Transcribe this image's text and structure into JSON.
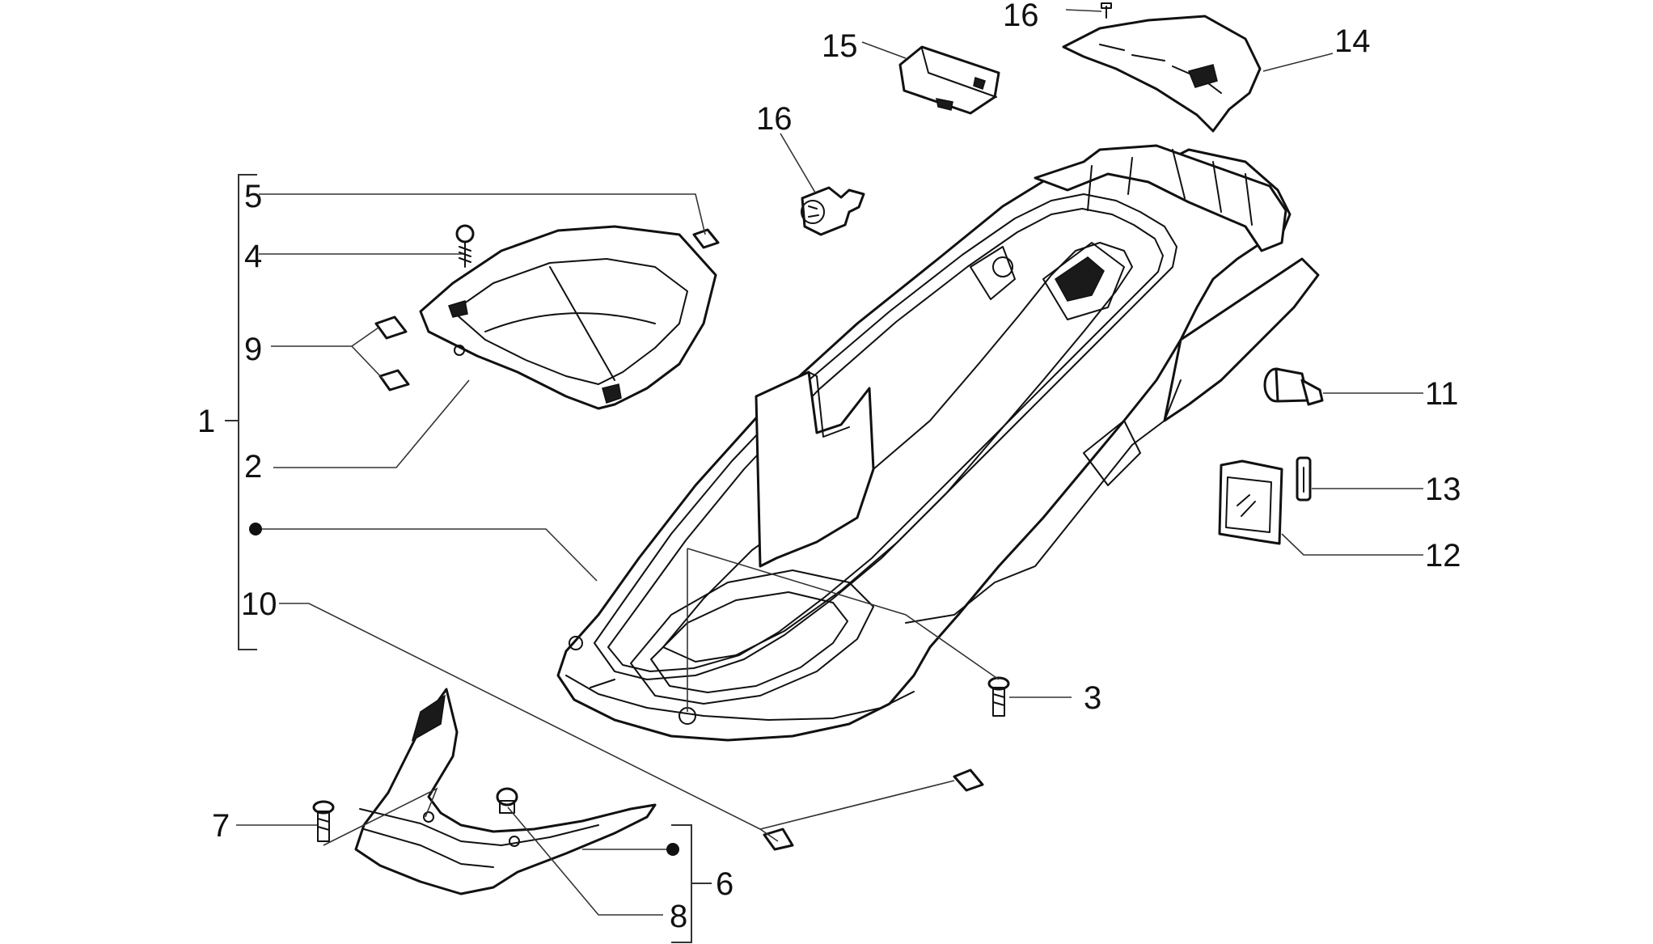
{
  "diagram": {
    "callouts": [
      {
        "id": "c16a",
        "label": "16"
      },
      {
        "id": "c14",
        "label": "14"
      },
      {
        "id": "c15",
        "label": "15"
      },
      {
        "id": "c16b",
        "label": "16"
      },
      {
        "id": "c5",
        "label": "5"
      },
      {
        "id": "c4",
        "label": "4"
      },
      {
        "id": "c9",
        "label": "9"
      },
      {
        "id": "c1",
        "label": "1"
      },
      {
        "id": "c2",
        "label": "2"
      },
      {
        "id": "c10",
        "label": "10"
      },
      {
        "id": "c11",
        "label": "11"
      },
      {
        "id": "c13",
        "label": "13"
      },
      {
        "id": "c12",
        "label": "12"
      },
      {
        "id": "c3",
        "label": "3"
      },
      {
        "id": "c7",
        "label": "7"
      },
      {
        "id": "c6",
        "label": "6"
      },
      {
        "id": "c8",
        "label": "8"
      }
    ],
    "parts": [
      {
        "id": "helmet-compartment",
        "icon": "helmet-compartment-icon"
      },
      {
        "id": "compartment-lid",
        "icon": "lid-icon"
      },
      {
        "id": "rear-cover",
        "icon": "rear-cover-icon"
      },
      {
        "id": "battery-cover",
        "icon": "battery-cover-icon"
      },
      {
        "id": "lamp-holder",
        "icon": "lamp-holder-icon"
      },
      {
        "id": "courtesy-lamp",
        "icon": "lamp-icon"
      },
      {
        "id": "fuse",
        "icon": "fuse-icon"
      },
      {
        "id": "fuse-card",
        "icon": "fuse-card-icon"
      },
      {
        "id": "front-spoiler",
        "icon": "spoiler-icon"
      },
      {
        "id": "screws",
        "icon": "screw-icon"
      },
      {
        "id": "clips",
        "icon": "clip-icon"
      }
    ],
    "colors": {
      "line": "#111111",
      "leader": "#333333",
      "background": "#ffffff"
    }
  }
}
